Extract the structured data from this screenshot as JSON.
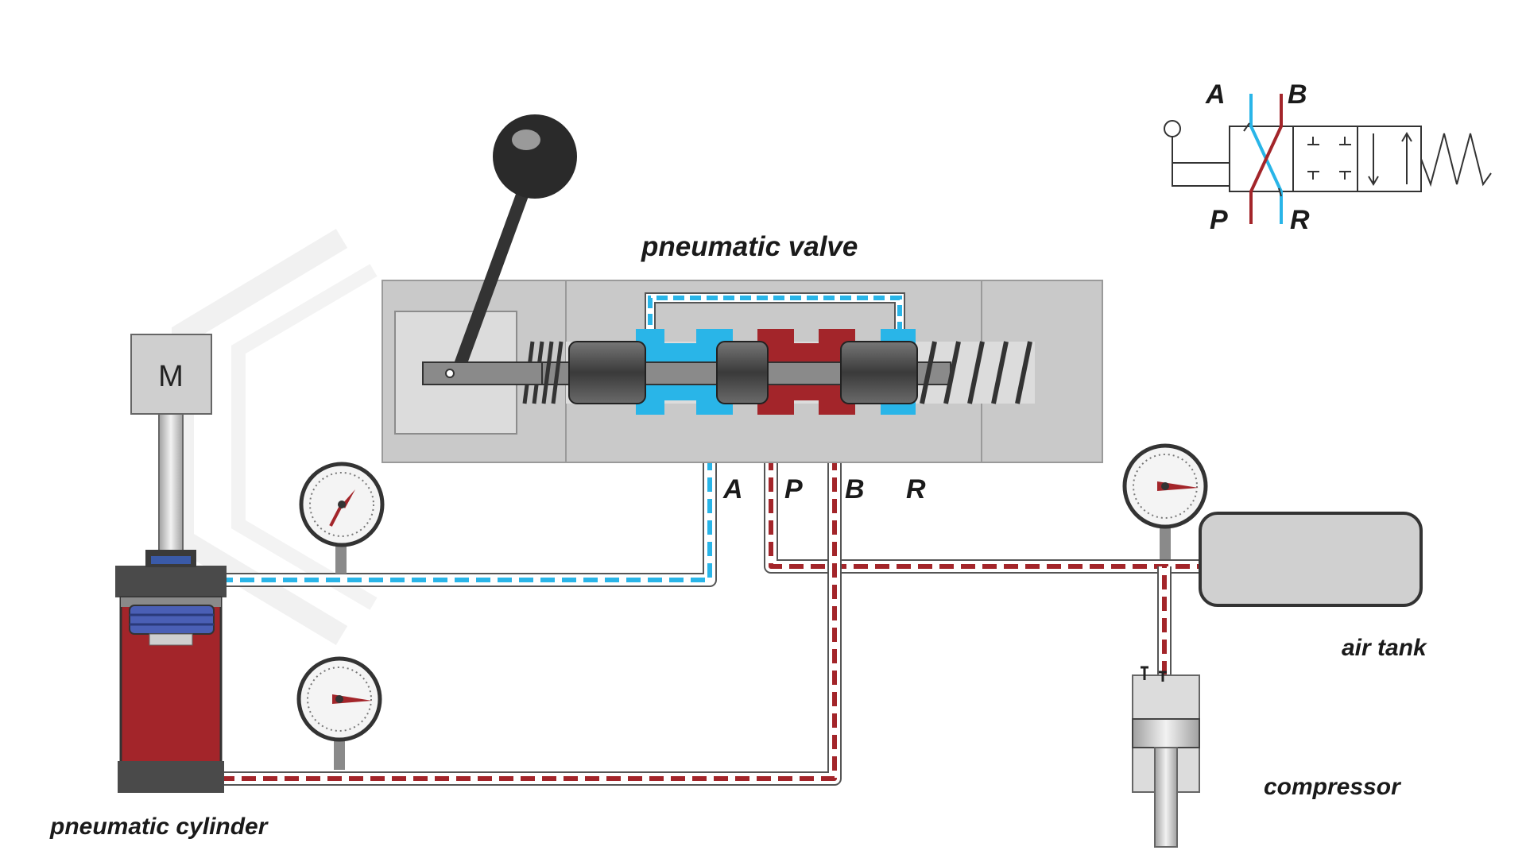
{
  "labels": {
    "valve": "pneumatic valve",
    "cylinder": "pneumatic cylinder",
    "air_tank": "air tank",
    "compressor": "compressor",
    "motor": "M"
  },
  "valve_ports": [
    "A",
    "P",
    "B",
    "R"
  ],
  "symbol_ports": {
    "top_left": "A",
    "top_right": "B",
    "bottom_left": "P",
    "bottom_right": "R"
  },
  "colors": {
    "pressure_line": "#a3252a",
    "exhaust_line": "#29b5e8",
    "valve_body": "#c8c8c8",
    "spool": "#555555",
    "pipe_outline": "#555555"
  }
}
